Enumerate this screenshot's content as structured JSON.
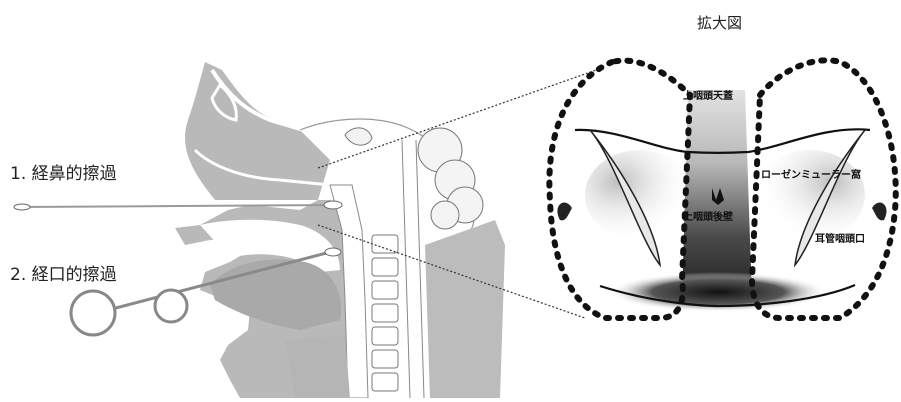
{
  "diagram": {
    "zoom_title": "拡大図",
    "procedures": {
      "transnasal": "1. 経鼻的擦過",
      "transoral": "2. 経口的擦過"
    },
    "zoom_labels": {
      "vault": "上咽頭天蓋",
      "rosenmuller": "ローゼンミューラー窩",
      "posterior_wall": "上咽頭後壁",
      "eustachian": "耳管咽頭口"
    }
  }
}
